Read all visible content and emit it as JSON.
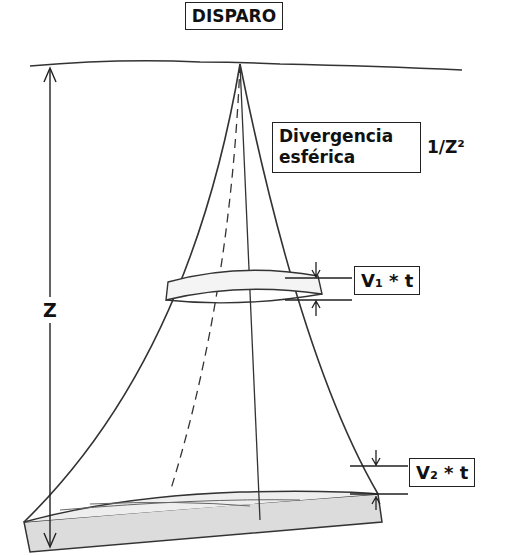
{
  "diagram": {
    "nodes": [
      {
        "text": [
          "DISPARO"
        ]
      },
      {
        "text": [
          "Divergencia esférica"
        ]
      },
      {
        "text": [
          "V₁ * t"
        ]
      },
      {
        "text": [
          "V₂ * t"
        ]
      }
    ],
    "labels": [
      "1/Z²",
      "Z"
    ]
  }
}
